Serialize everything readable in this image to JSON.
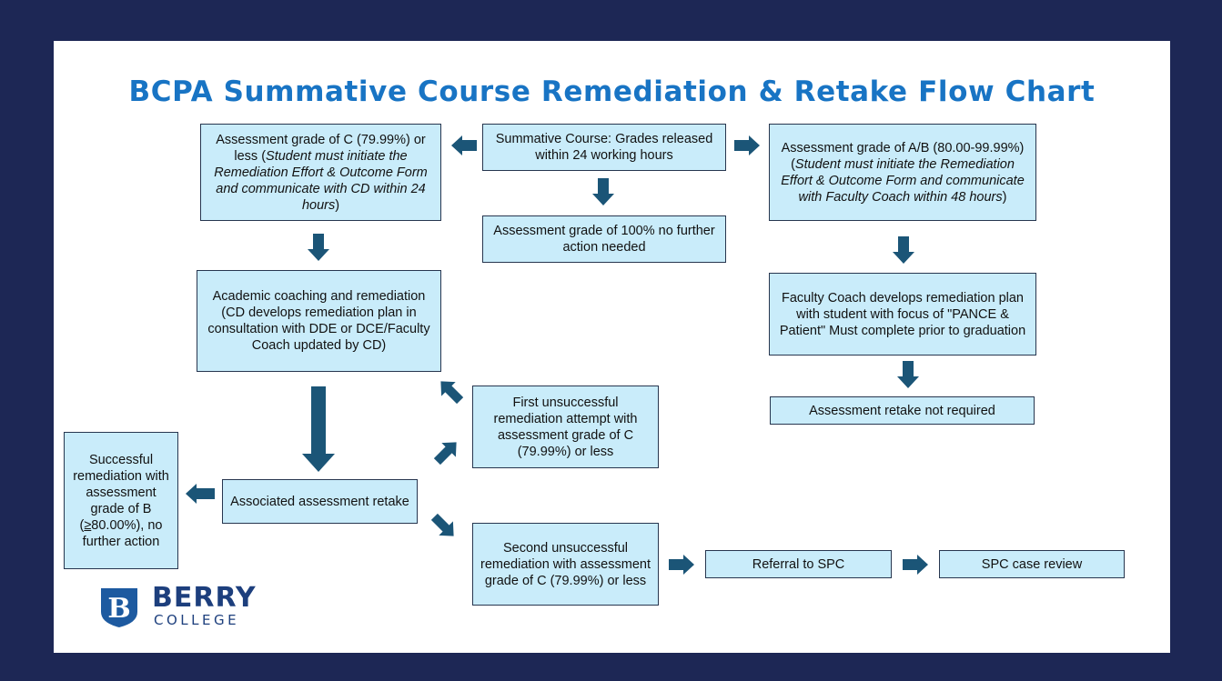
{
  "title": "BCPA Summative Course Remediation & Retake Flow Chart",
  "colors": {
    "page_frame": "#1d2755",
    "title": "#1874c4",
    "box_fill": "#c9ecfa",
    "box_border": "#27364f",
    "arrow": "#1b5577",
    "logo": "#1d3f7d"
  },
  "boxes": {
    "start": "Summative Course: Grades released within 24 working hours",
    "grade_100": "Assessment grade of 100% no further action needed",
    "grade_c_main": "Assessment grade of C (79.99%) or less (",
    "grade_c_italic": "Student must initiate the Remediation Effort & Outcome Form and communicate with CD within 24 hours",
    "grade_c_end": ")",
    "grade_ab_main": "Assessment grade of A/B (80.00-99.99%) (",
    "grade_ab_italic": "Student must initiate the Remediation Effort & Outcome Form and communicate with Faculty Coach within 48 hours",
    "grade_ab_end": ")",
    "academic_coaching": "Academic coaching and remediation (CD develops remediation plan in consultation with DDE or DCE/Faculty Coach updated by CD)",
    "faculty_coach_plan": "Faculty Coach develops remediation plan with student with focus of \"PANCE & Patient\" Must complete prior to graduation",
    "retake_not_required": "Assessment retake not required",
    "first_unsuccessful": "First unsuccessful remediation attempt with assessment grade of C (79.99%) or less",
    "associated_retake": "Associated assessment retake",
    "successful_pre": "Successful remediation with assessment grade of B (",
    "successful_ge": "≥",
    "successful_post": "80.00%), no further action",
    "second_unsuccessful": "Second unsuccessful remediation with assessment grade of C (79.99%) or less",
    "referral_spc": "Referral to SPC",
    "spc_review": "SPC case review"
  },
  "logo": {
    "letter": "B",
    "word1": "BERRY",
    "word2": "COLLEGE"
  }
}
